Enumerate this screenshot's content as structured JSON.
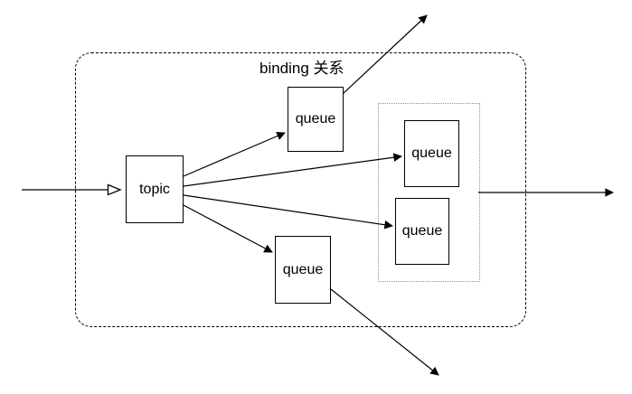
{
  "diagram": {
    "group_label": "binding 关系",
    "nodes": {
      "topic": {
        "label": "topic"
      },
      "queue_top": {
        "label": "queue"
      },
      "queue_inner_1": {
        "label": "queue"
      },
      "queue_inner_2": {
        "label": "queue"
      },
      "queue_bottom": {
        "label": "queue"
      }
    },
    "groups": {
      "outer": {
        "style": "dashed",
        "label": "binding 关系"
      },
      "inner": {
        "style": "dotted",
        "label": ""
      }
    },
    "edges": [
      {
        "from": "external-left",
        "to": "topic",
        "head": "open"
      },
      {
        "from": "topic",
        "to": "queue_top",
        "head": "filled"
      },
      {
        "from": "topic",
        "to": "queue_inner_1",
        "head": "filled"
      },
      {
        "from": "topic",
        "to": "queue_inner_2",
        "head": "filled"
      },
      {
        "from": "topic",
        "to": "queue_bottom",
        "head": "filled"
      },
      {
        "from": "queue_top",
        "to": "external-top-right",
        "head": "filled"
      },
      {
        "from": "inner-group",
        "to": "external-right",
        "head": "filled"
      },
      {
        "from": "queue_bottom",
        "to": "external-bottom-right",
        "head": "filled"
      }
    ],
    "colors": {
      "line": "#000000",
      "outer_border": "#000000",
      "inner_border": "#8f8f8f",
      "node_border": "#000000",
      "node_fill": "#ffffff",
      "background": "#ffffff"
    }
  }
}
